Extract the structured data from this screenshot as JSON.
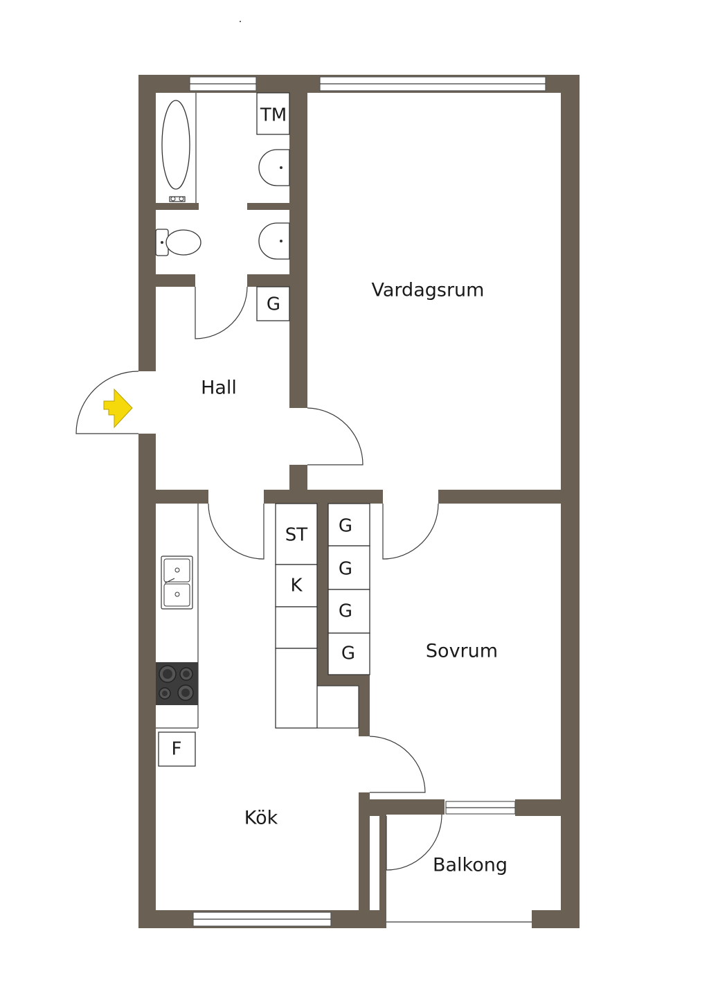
{
  "rooms": {
    "vardagsrum": "Vardagsrum",
    "hall": "Hall",
    "sovrum": "Sovrum",
    "kok": "Kök",
    "balkong": "Balkong"
  },
  "fixtures": {
    "tm": "TM",
    "g_hall": "G",
    "st": "ST",
    "k": "K",
    "g1": "G",
    "g2": "G",
    "g3": "G",
    "g4": "G",
    "f": "F"
  },
  "colors": {
    "wall": "#6a6154",
    "entry_arrow": "#f5d90a"
  }
}
